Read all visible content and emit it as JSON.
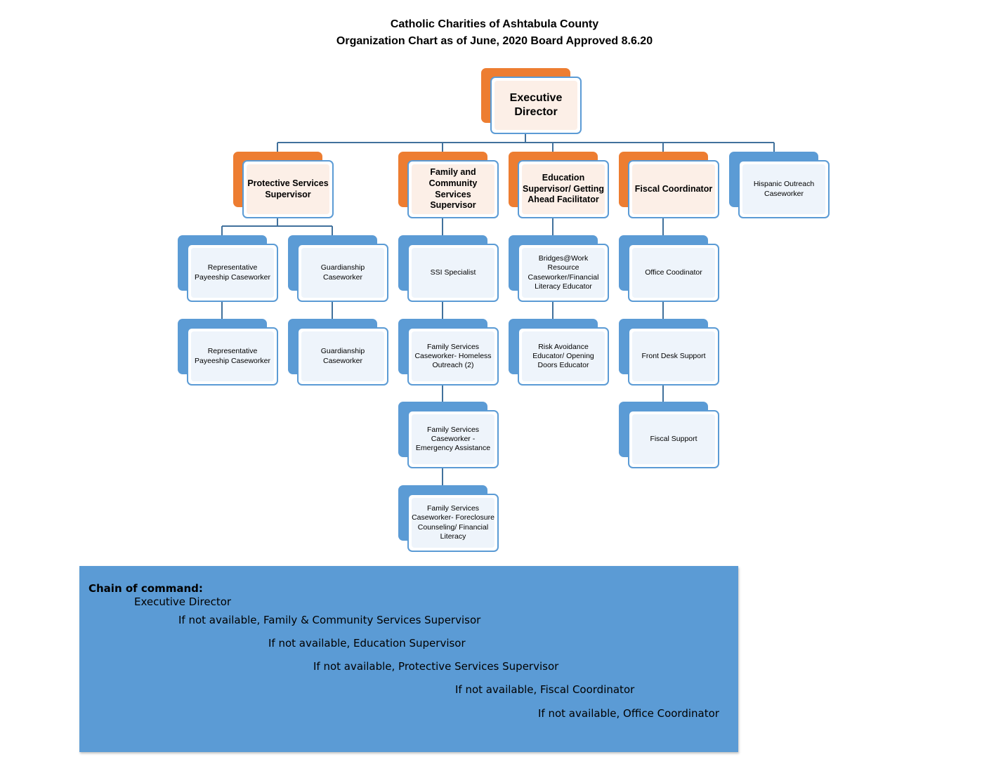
{
  "header": {
    "title": "Catholic Charities of Ashtabula County",
    "subtitle": "Organization Chart as of June, 2020 Board Approved 8.6.20"
  },
  "org": {
    "executive_director": "Executive Director",
    "protective_services_supervisor": "Protective Services Supervisor",
    "family_community_supervisor": "Family and Community Services Supervisor",
    "education_supervisor": "Education Supervisor/ Getting Ahead Facilitator",
    "fiscal_coordinator": "Fiscal Coordinator",
    "hispanic_outreach": "Hispanic Outreach Caseworker",
    "rep_payee_1": "Representative Payeeship Caseworker",
    "rep_payee_2": "Representative Payeeship Caseworker",
    "guardianship_1": "Guardianship Caseworker",
    "guardianship_2": "Guardianship Caseworker",
    "ssi_specialist": "SSI Specialist",
    "fs_homeless": "Family Services Caseworker- Homeless Outreach (2)",
    "fs_emergency": "Family Services Caseworker - Emergency Assistance",
    "fs_foreclosure": "Family Services Caseworker- Foreclosure Counseling/ Financial Literacy",
    "bridges": "Bridges@Work Resource Caseworker/Financial Literacy Educator",
    "risk_avoidance": "Risk Avoidance Educator/ Opening Doors Educator",
    "office_coordinator": "Office Coodinator",
    "front_desk": "Front Desk Support",
    "fiscal_support": "Fiscal Support"
  },
  "chain_of_command": {
    "heading": "Chain of command:",
    "lines": [
      "Executive Director",
      "If not available, Family & Community Services Supervisor",
      "If not available, Education Supervisor",
      "If not available, Protective Services Supervisor",
      "If not available, Fiscal Coordinator",
      "If not available, Office Coordinator"
    ]
  },
  "colors": {
    "accent_orange": "#ed7d31",
    "accent_blue": "#5b9bd5",
    "connector": "#41719c"
  }
}
